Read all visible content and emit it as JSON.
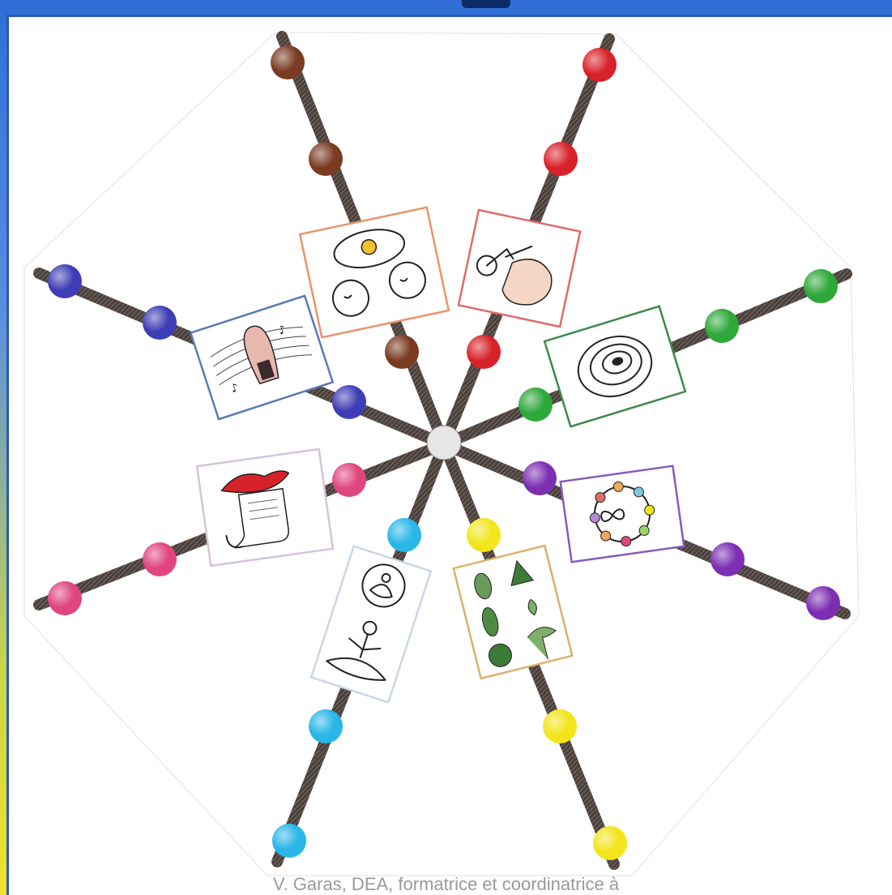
{
  "footer": {
    "credit": "V. Garas, DEA, formatrice et coordinatrice à"
  },
  "colors": {
    "brown": "#7a3b22",
    "red": "#d8222a",
    "green": "#2fa83a",
    "purple": "#7d2fb3",
    "yellow": "#f2e51b",
    "cyan": "#29b6e8",
    "pink": "#e0457e",
    "blue": "#3f3db5",
    "center": "#e6e6e6",
    "stick": "#4a403c"
  },
  "spokes": [
    {
      "name": "brown",
      "icon": "lightbulb-dialogue-icon",
      "frame": "#e8956a"
    },
    {
      "name": "red",
      "icon": "hand-drawing-icon",
      "frame": "#e06b6b"
    },
    {
      "name": "green",
      "icon": "spiral-eye-icon",
      "frame": "#3c8a4a"
    },
    {
      "name": "purple",
      "icon": "infinity-circle-icon",
      "frame": "#8a5ab8"
    },
    {
      "name": "yellow",
      "icon": "trees-chart-icon",
      "frame": "#d9b26a"
    },
    {
      "name": "cyan",
      "icon": "meditation-icon",
      "frame": "#c9d6e8"
    },
    {
      "name": "pink",
      "icon": "mouth-scroll-icon",
      "frame": "#d6c2de"
    },
    {
      "name": "blue",
      "icon": "music-tongue-icon",
      "frame": "#5a7ab8"
    }
  ]
}
